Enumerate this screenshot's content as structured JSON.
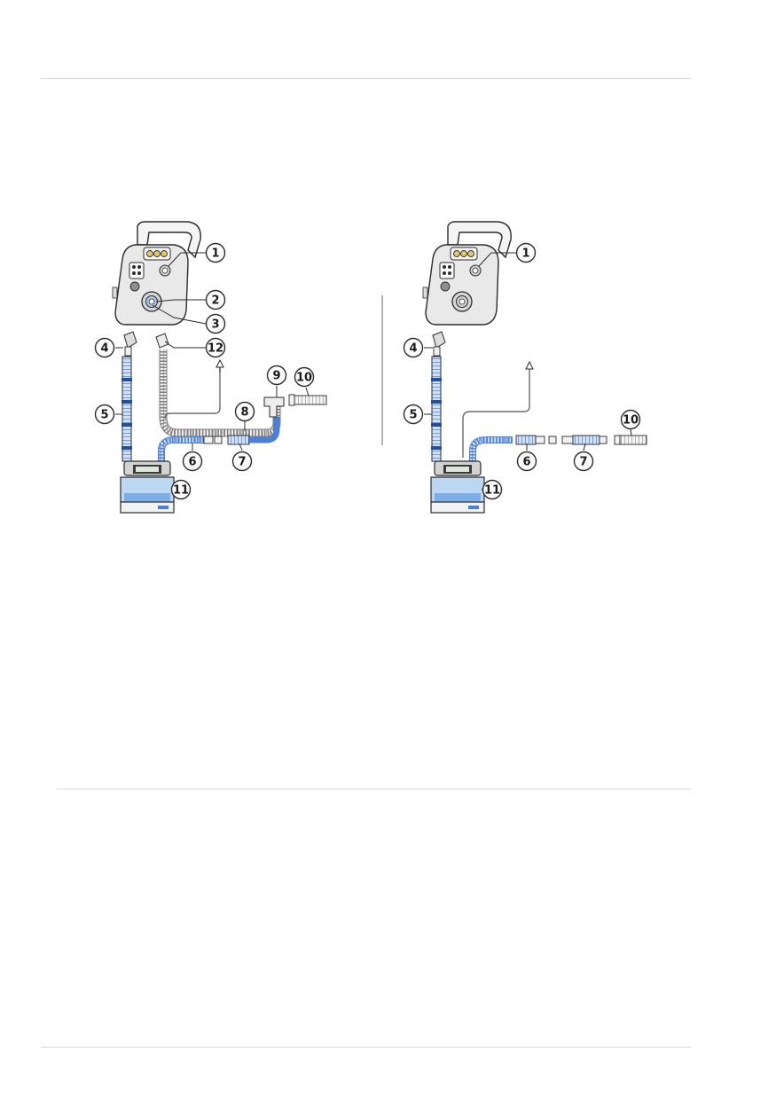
{
  "diagrams": [
    {
      "callouts": [
        "1",
        "2",
        "3",
        "4",
        "5",
        "6",
        "7",
        "8",
        "9",
        "10",
        "11",
        "12"
      ]
    },
    {
      "callouts": [
        "1",
        "4",
        "5",
        "6",
        "7",
        "10",
        "11"
      ]
    }
  ],
  "colors": {
    "tube_blue": "#4f7fd4",
    "tube_dark_blue": "#1f4f9e",
    "water_blue": "#bcd7f2",
    "outline": "#2b2b2b",
    "device_gray": "#e9e9e9",
    "rule_gray": "#d9d9d9"
  }
}
